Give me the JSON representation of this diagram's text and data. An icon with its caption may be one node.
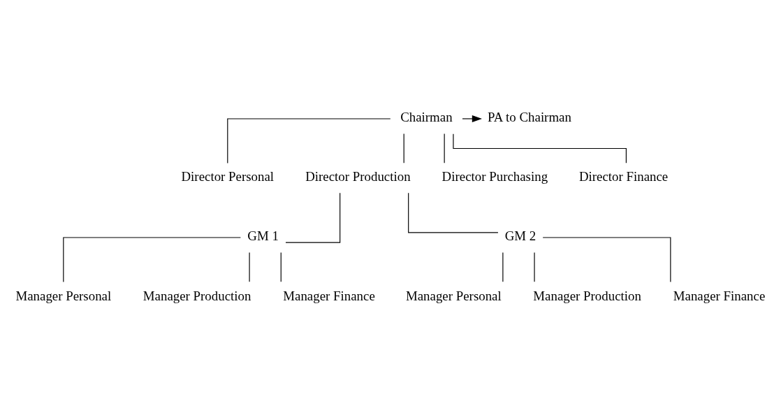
{
  "diagram": {
    "nodes": [
      {
        "text": [
          "Chairman"
        ]
      },
      {
        "text": [
          "PA to Chairman"
        ]
      },
      {
        "text": [
          "Director Personal"
        ]
      },
      {
        "text": [
          "Director Production"
        ]
      },
      {
        "text": [
          "Director Purchasing"
        ]
      },
      {
        "text": [
          "Director Finance"
        ]
      },
      {
        "text": [
          "GM 1"
        ]
      },
      {
        "text": [
          "GM 2"
        ]
      },
      {
        "text": [
          "Manager Personal"
        ]
      },
      {
        "text": [
          "Manager Production"
        ]
      },
      {
        "text": [
          "Manager Finance"
        ]
      },
      {
        "text": [
          "Manager Personal"
        ]
      },
      {
        "text": [
          "Manager Production"
        ]
      },
      {
        "text": [
          "Manager Finance"
        ]
      }
    ],
    "edges": [
      {
        "from": 0,
        "to": 1,
        "arrow": "to"
      },
      {
        "from": 0,
        "to": 2,
        "arrow": "none"
      },
      {
        "from": 0,
        "to": 3,
        "arrow": "none"
      },
      {
        "from": 0,
        "to": 4,
        "arrow": "none"
      },
      {
        "from": 0,
        "to": 5,
        "arrow": "none"
      },
      {
        "from": 3,
        "to": 6,
        "arrow": "none"
      },
      {
        "from": 3,
        "to": 7,
        "arrow": "none"
      },
      {
        "from": 6,
        "to": 8,
        "arrow": "none"
      },
      {
        "from": 6,
        "to": 9,
        "arrow": "none"
      },
      {
        "from": 6,
        "to": 10,
        "arrow": "none"
      },
      {
        "from": 7,
        "to": 11,
        "arrow": "none"
      },
      {
        "from": 7,
        "to": 12,
        "arrow": "none"
      },
      {
        "from": 7,
        "to": 13,
        "arrow": "none"
      }
    ]
  }
}
